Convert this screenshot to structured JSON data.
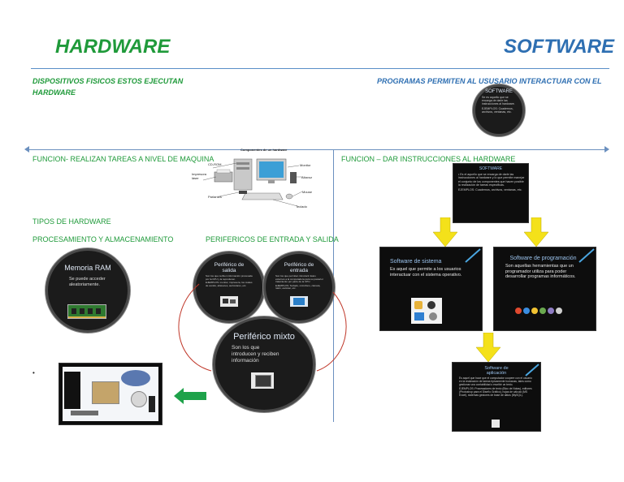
{
  "hardware": {
    "title": "HARDWARE",
    "subtitle_line1": "DISPOSITIVOS FISICOS     ESTOS EJECUTAN",
    "subtitle_line2": "HARDWARE",
    "funcion": "FUNCION- REALIZAN TAREAS A NIVEL DE MAQUINA",
    "tipos": "TIPOS DE HARDWARE",
    "procesamiento": "PROCESAMIENTO Y ALMACENAMIENTO",
    "perifericos": "PERIFERICOS DE ENTRADA Y SALIDA",
    "computer_diagram": {
      "caption": "Componentes de un hardware",
      "labels": {
        "cdrom": "CD-ROM",
        "impresora": "Impresora láser",
        "monitor": "Monitor",
        "altavoz": "Altavoz",
        "mouse": "Mouse",
        "teclado": "Teclado",
        "parlantes": "Parlantes"
      }
    },
    "memoria": {
      "title": "Memoria RAM",
      "text": "Se puede acceder aleatoriamente."
    },
    "perif_salida": {
      "title": "Periférico de salida",
      "text": "Son los que reciben información procesada por la CPU y la reproducen.",
      "example": "EJEMPLOS: monitor, impresora, los cuales de sonido, altavoces, auriculares, etc."
    },
    "perif_entrada": {
      "title": "Periférico de entrada",
      "text": "Son los que permiten introducir datos externos a la computadora para su posterior tratamiento por parte de la CPU.",
      "example": "EJEMPLOS: Teclado, micrófono, cámara, ratón, escáner, etc."
    },
    "perif_mixto": {
      "title": "Periférico mixto",
      "text": "Son los que introducen y reciben información"
    },
    "bullet": "•"
  },
  "software": {
    "title": "SOFTWARE",
    "subtitle": "PROGRAMAS PERMITEN AL USUSARIO INTERACTUAR CON EL",
    "funcion": "FUNCION – DAR INSTRUCCIONES AL HARDWARE",
    "circle": {
      "title": "SOFTWARE",
      "text": "Se es aquello que se encarga de darle las instrucciones al hardware.",
      "example": "EJEMPLOS: Cuadernos, archivos, ventanas, etc."
    },
    "main_box": {
      "title": "SOFTWARE",
      "text": "• Es el aquello que se encarga de darle las instrucciones al hardware y lo que permite manejar el conjunto de los componentes que hacen posible la realización de tareas específicas.",
      "example": "EJEMPLOS: Cuadernos, archivos, ventanas, etc."
    },
    "sistema": {
      "title": "Software de sistema",
      "text": "Es aquel que permite a los usuarios interactuar con el sistema operativo."
    },
    "programacion": {
      "title": "Software de programación",
      "text": "Son aquellas herramientas que un programador utiliza para poder desarrollar programas informáticos."
    },
    "aplicacion": {
      "title": "Software de aplicación",
      "text": "Es aquel que hace que el computador coopere con el usuario en la realización de tareas típicamente humanas, tales como gestionar una contabilidad o escribir un texto.",
      "example": "EJEMPLOS: Procesadores de texto (Bloc de Notas), editores (Photoshop para el Diseño Gráfico), hojas de cálculo (MS Excel), sistemas gestores de base de datos (MySQL)."
    }
  },
  "colors": {
    "green": "#1f9a3a",
    "blue": "#2e6fb2",
    "arrow_yellow": "#f4e11a",
    "arrow_green": "#1ea24a"
  }
}
